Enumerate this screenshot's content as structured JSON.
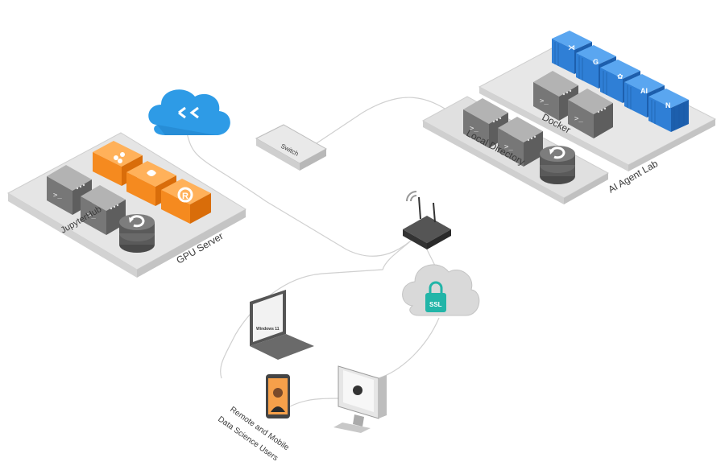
{
  "zones": {
    "gpu_server": "GPU Server",
    "jupyterhub": "JupyterHub",
    "ai_agent_lab": "AI Agent Lab",
    "docker": "Docker",
    "local_directory": "Local Directory"
  },
  "devices": {
    "switch": "Switch",
    "ssl": "SSL",
    "laptop_os": "Windows 11"
  },
  "users_label": {
    "line1": "Remote and Mobile",
    "line2": "Data Science Users"
  },
  "icons": {
    "cloud_top": "remote-access-cloud-icon",
    "cloud_ssl": "ssl-cloud-icon",
    "router": "wireless-router-icon",
    "laptop": "laptop-icon",
    "phone": "smartphone-icon",
    "monitor": "apple-monitor-icon",
    "database": "database-icon",
    "servers": "server-icon",
    "containers": [
      "vscode-container-icon",
      "grafana-container-icon",
      "kubeflow-container-icon",
      "ai-container-icon",
      "n8n-container-icon"
    ],
    "apps": [
      "anaconda-icon",
      "python-icon",
      "r-icon"
    ]
  },
  "colors": {
    "platform": "#e8e8e8",
    "server": "#8a8a8a",
    "orange": "#f58a1f",
    "blue": "#2f7fd6",
    "cloud_blue": "#2e9be6",
    "ssl_teal": "#22b5a8",
    "line": "#d0d0d0"
  }
}
